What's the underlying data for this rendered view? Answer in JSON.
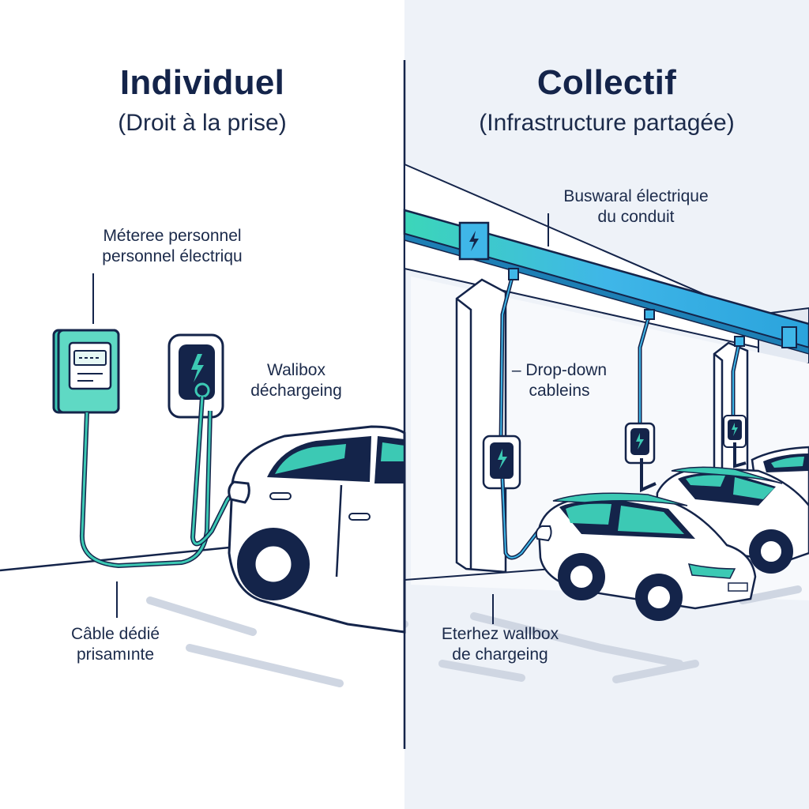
{
  "left": {
    "title": "Individuel",
    "subtitle": "(Droit à la prise)",
    "meter_label": [
      "Méteree personnel",
      "personnel électriqu"
    ],
    "wallbox_label": [
      "Walibox",
      "déchargeing"
    ],
    "cable_label": [
      "Câble dédié",
      "prisamınte"
    ]
  },
  "right": {
    "title": "Collectif",
    "subtitle": "(Infrastructure partagée)",
    "busway_label": [
      "Buswaral électrique",
      "du conduit"
    ],
    "dropdown_label": [
      "– Drop-down",
      "cableins"
    ],
    "wallbox_label": [
      "Eterhez wallbox",
      "de chargeing"
    ]
  },
  "colors": {
    "navy": "#14244a",
    "teal": "#3cc9b4",
    "cyan": "#3fb6e8",
    "light_bg": "#eef2f8"
  }
}
